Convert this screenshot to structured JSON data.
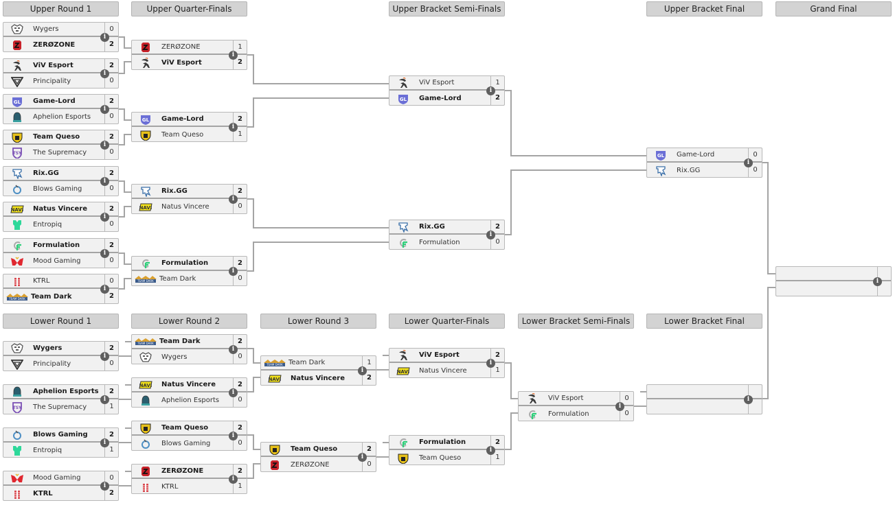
{
  "rounds": {
    "upper": [
      {
        "label": "Upper Round 1"
      },
      {
        "label": "Upper Quarter-Finals"
      },
      {
        "label": "Upper Bracket Semi-Finals"
      },
      {
        "label": "Upper Bracket Final"
      },
      {
        "label": "Grand Final"
      }
    ],
    "lower": [
      {
        "label": "Lower Round 1"
      },
      {
        "label": "Lower Round 2"
      },
      {
        "label": "Lower Round 3"
      },
      {
        "label": "Lower Quarter-Finals"
      },
      {
        "label": "Lower Bracket Semi-Finals"
      },
      {
        "label": "Lower Bracket Final"
      }
    ]
  },
  "info_icon": "i",
  "matches": {
    "ur1": [
      {
        "t1": {
          "name": "Wygers",
          "score": "0",
          "logo": "wygers"
        },
        "t2": {
          "name": "ZERØZONE",
          "score": "2",
          "logo": "zerozone"
        },
        "winner": 2
      },
      {
        "t1": {
          "name": "ViV Esport",
          "score": "2",
          "logo": "viv"
        },
        "t2": {
          "name": "Principality",
          "score": "0",
          "logo": "principality"
        },
        "winner": 1
      },
      {
        "t1": {
          "name": "Game-Lord",
          "score": "2",
          "logo": "gamelord"
        },
        "t2": {
          "name": "Aphelion Esports",
          "score": "0",
          "logo": "aphelion"
        },
        "winner": 1
      },
      {
        "t1": {
          "name": "Team Queso",
          "score": "2",
          "logo": "queso"
        },
        "t2": {
          "name": "The Supremacy",
          "score": "0",
          "logo": "supremacy"
        },
        "winner": 1
      },
      {
        "t1": {
          "name": "Rix.GG",
          "score": "2",
          "logo": "rix"
        },
        "t2": {
          "name": "Blows Gaming",
          "score": "0",
          "logo": "blows"
        },
        "winner": 1
      },
      {
        "t1": {
          "name": "Natus Vincere",
          "score": "2",
          "logo": "navi"
        },
        "t2": {
          "name": "Entropiq",
          "score": "0",
          "logo": "entropiq"
        },
        "winner": 1
      },
      {
        "t1": {
          "name": "Formulation",
          "score": "2",
          "logo": "formulation"
        },
        "t2": {
          "name": "Mood Gaming",
          "score": "0",
          "logo": "mood"
        },
        "winner": 1
      },
      {
        "t1": {
          "name": "KTRL",
          "score": "0",
          "logo": "ktrl"
        },
        "t2": {
          "name": "Team Dark",
          "score": "2",
          "logo": "teamdark"
        },
        "winner": 2
      }
    ],
    "uqf": [
      {
        "t1": {
          "name": "ZERØZONE",
          "score": "1",
          "logo": "zerozone"
        },
        "t2": {
          "name": "ViV Esport",
          "score": "2",
          "logo": "viv"
        },
        "winner": 2
      },
      {
        "t1": {
          "name": "Game-Lord",
          "score": "2",
          "logo": "gamelord"
        },
        "t2": {
          "name": "Team Queso",
          "score": "1",
          "logo": "queso"
        },
        "winner": 1
      },
      {
        "t1": {
          "name": "Rix.GG",
          "score": "2",
          "logo": "rix"
        },
        "t2": {
          "name": "Natus Vincere",
          "score": "0",
          "logo": "navi"
        },
        "winner": 1
      },
      {
        "t1": {
          "name": "Formulation",
          "score": "2",
          "logo": "formulation"
        },
        "t2": {
          "name": "Team Dark",
          "score": "0",
          "logo": "teamdark"
        },
        "winner": 1
      }
    ],
    "usf": [
      {
        "t1": {
          "name": "ViV Esport",
          "score": "1",
          "logo": "viv"
        },
        "t2": {
          "name": "Game-Lord",
          "score": "2",
          "logo": "gamelord"
        },
        "winner": 2
      },
      {
        "t1": {
          "name": "Rix.GG",
          "score": "2",
          "logo": "rix"
        },
        "t2": {
          "name": "Formulation",
          "score": "0",
          "logo": "formulation"
        },
        "winner": 1
      }
    ],
    "uf": [
      {
        "t1": {
          "name": "Game-Lord",
          "score": "0",
          "logo": "gamelord"
        },
        "t2": {
          "name": "Rix.GG",
          "score": "0",
          "logo": "rix"
        },
        "winner": 0
      }
    ],
    "gf": [
      {
        "t1": {
          "name": "",
          "score": "",
          "logo": ""
        },
        "t2": {
          "name": "",
          "score": "",
          "logo": ""
        },
        "winner": 0
      }
    ],
    "lr1": [
      {
        "t1": {
          "name": "Wygers",
          "score": "2",
          "logo": "wygers"
        },
        "t2": {
          "name": "Principality",
          "score": "0",
          "logo": "principality"
        },
        "winner": 1
      },
      {
        "t1": {
          "name": "Aphelion Esports",
          "score": "2",
          "logo": "aphelion"
        },
        "t2": {
          "name": "The Supremacy",
          "score": "1",
          "logo": "supremacy"
        },
        "winner": 1
      },
      {
        "t1": {
          "name": "Blows Gaming",
          "score": "2",
          "logo": "blows"
        },
        "t2": {
          "name": "Entropiq",
          "score": "1",
          "logo": "entropiq"
        },
        "winner": 1
      },
      {
        "t1": {
          "name": "Mood Gaming",
          "score": "0",
          "logo": "mood"
        },
        "t2": {
          "name": "KTRL",
          "score": "2",
          "logo": "ktrl"
        },
        "winner": 2
      }
    ],
    "lr2": [
      {
        "t1": {
          "name": "Team Dark",
          "score": "2",
          "logo": "teamdark"
        },
        "t2": {
          "name": "Wygers",
          "score": "0",
          "logo": "wygers"
        },
        "winner": 1
      },
      {
        "t1": {
          "name": "Natus Vincere",
          "score": "2",
          "logo": "navi"
        },
        "t2": {
          "name": "Aphelion Esports",
          "score": "0",
          "logo": "aphelion"
        },
        "winner": 1
      },
      {
        "t1": {
          "name": "Team Queso",
          "score": "2",
          "logo": "queso"
        },
        "t2": {
          "name": "Blows Gaming",
          "score": "0",
          "logo": "blows"
        },
        "winner": 1
      },
      {
        "t1": {
          "name": "ZERØZONE",
          "score": "2",
          "logo": "zerozone"
        },
        "t2": {
          "name": "KTRL",
          "score": "1",
          "logo": "ktrl"
        },
        "winner": 1
      }
    ],
    "lr3": [
      {
        "t1": {
          "name": "Team Dark",
          "score": "1",
          "logo": "teamdark"
        },
        "t2": {
          "name": "Natus Vincere",
          "score": "2",
          "logo": "navi"
        },
        "winner": 2
      },
      {
        "t1": {
          "name": "Team Queso",
          "score": "2",
          "logo": "queso"
        },
        "t2": {
          "name": "ZERØZONE",
          "score": "0",
          "logo": "zerozone"
        },
        "winner": 1
      }
    ],
    "lqf": [
      {
        "t1": {
          "name": "ViV Esport",
          "score": "2",
          "logo": "viv"
        },
        "t2": {
          "name": "Natus Vincere",
          "score": "1",
          "logo": "navi"
        },
        "winner": 1
      },
      {
        "t1": {
          "name": "Formulation",
          "score": "2",
          "logo": "formulation"
        },
        "t2": {
          "name": "Team Queso",
          "score": "1",
          "logo": "queso"
        },
        "winner": 1
      }
    ],
    "lsf": [
      {
        "t1": {
          "name": "ViV Esport",
          "score": "0",
          "logo": "viv"
        },
        "t2": {
          "name": "Formulation",
          "score": "0",
          "logo": "formulation"
        },
        "winner": 0
      }
    ],
    "lf": [
      {
        "t1": {
          "name": "",
          "score": "",
          "logo": ""
        },
        "t2": {
          "name": "",
          "score": "",
          "logo": ""
        },
        "winner": 0
      }
    ]
  },
  "logo_colors": {
    "zerozone": "#c8222a",
    "gamelord": "#6b6fd6",
    "queso": "#e8c21a",
    "supremacy": "#7a4fb5",
    "rix": "#3a6fa8",
    "blows": "#4d8fc4",
    "navi": "#f2e21a",
    "entropiq": "#2ed89a",
    "formulation": "#2ecf7a",
    "mood": "#e02830",
    "ktrl": "#d8494f",
    "teamdark": "#d9a030",
    "aphelion": "#2a5e6e",
    "viv": "#3a3a3a",
    "wygers": "#555555",
    "principality": "#333333"
  }
}
